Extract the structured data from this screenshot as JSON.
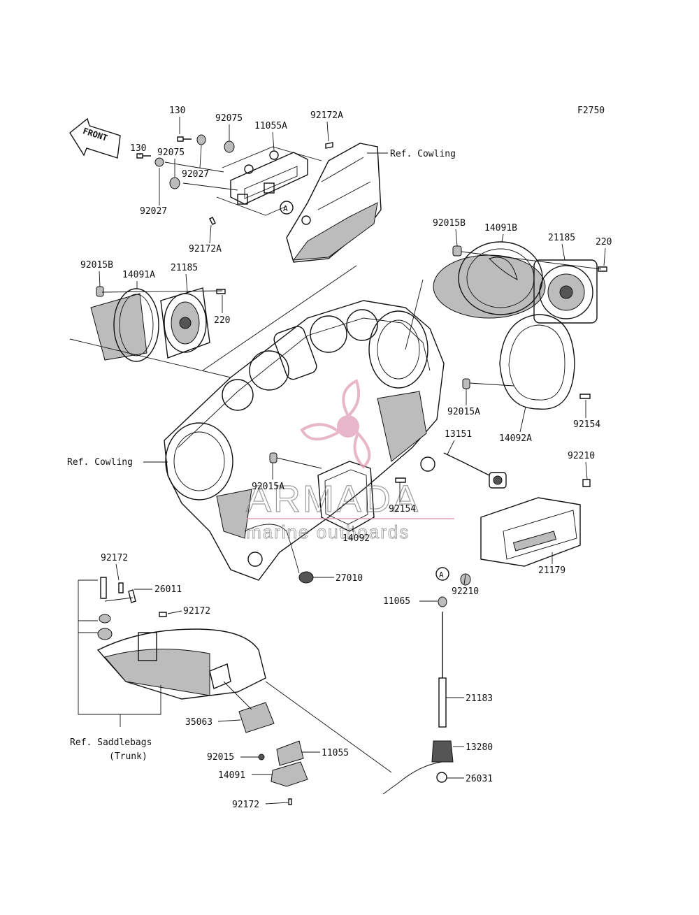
{
  "figure_code": "F2750",
  "front_label": "FRONT",
  "marker_a": "A",
  "colors": {
    "line": "#111111",
    "shade": "#bcbcbc",
    "watermark": "#e0a0b8"
  },
  "watermark": {
    "brand": "ARMADA",
    "tagline": "marine outboards"
  },
  "refs": {
    "cowling_top": "Ref. Cowling",
    "cowling_left": "Ref. Cowling",
    "saddlebags_1": "Ref. Saddlebags",
    "saddlebags_2": "(Trunk)"
  },
  "parts": {
    "p130a": "130",
    "p130b": "130",
    "p92075a": "92075",
    "p92075b": "92075",
    "p11055a": "11055A",
    "p92172a_top": "92172A",
    "p92027a": "92027",
    "p92027b": "92027",
    "p92172a_bot": "92172A",
    "p92015b_r": "92015B",
    "p14091b": "14091B",
    "p21185_r": "21185",
    "p220_r": "220",
    "p92015b_l": "92015B",
    "p14091a": "14091A",
    "p21185_l": "21185",
    "p220_l": "220",
    "p92015a_r": "92015A",
    "p92154_r": "92154",
    "p14092a": "14092A",
    "p13151": "13151",
    "p92210_top": "92210",
    "p92015a_l": "92015A",
    "p92154_c": "92154",
    "p14092": "14092",
    "p21179": "21179",
    "p92210_bot": "92210",
    "p27010": "27010",
    "p92172_1": "92172",
    "p26011": "26011",
    "p92172_2": "92172",
    "p11065": "11065",
    "p21183": "21183",
    "p13280": "13280",
    "p35063": "35063",
    "p92015": "92015",
    "p11055": "11055",
    "p14091": "14091",
    "p26031": "26031",
    "p92172_3": "92172"
  }
}
